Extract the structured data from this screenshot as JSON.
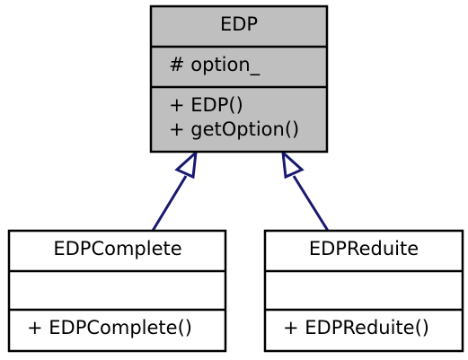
{
  "diagram": {
    "type": "uml-class-diagram",
    "classes": {
      "base": {
        "name": "EDP",
        "attributes": [
          "# option_"
        ],
        "methods": [
          "+ EDP()",
          "+ getOption()"
        ],
        "fill": "#bfbfbf"
      },
      "left": {
        "name": "EDPComplete",
        "attributes": [],
        "methods": [
          "+ EDPComplete()"
        ],
        "fill": "#ffffff"
      },
      "right": {
        "name": "EDPReduite",
        "attributes": [],
        "methods": [
          "+ EDPReduite()"
        ],
        "fill": "#ffffff"
      }
    },
    "relations": [
      {
        "type": "inheritance",
        "from": "EDPComplete",
        "to": "EDP"
      },
      {
        "type": "inheritance",
        "from": "EDPReduite",
        "to": "EDP"
      }
    ],
    "colors": {
      "border": "#000000",
      "arrow": "#191970"
    }
  }
}
